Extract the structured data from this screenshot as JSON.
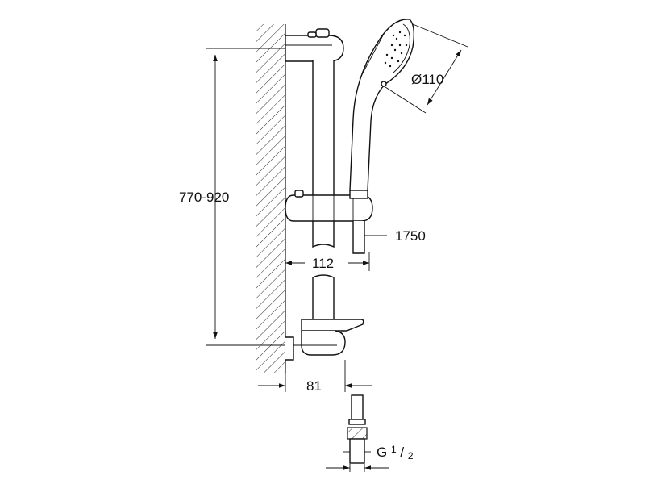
{
  "dimensions": {
    "height_range": "770-920",
    "head_diameter": "Ø110",
    "hose_length": "1750",
    "bar_offset": "112",
    "wall_offset": "81",
    "thread_main": "G",
    "thread_num": "1",
    "thread_sep": "/",
    "thread_den": "2"
  },
  "colors": {
    "line": "#111111",
    "background": "#ffffff"
  }
}
